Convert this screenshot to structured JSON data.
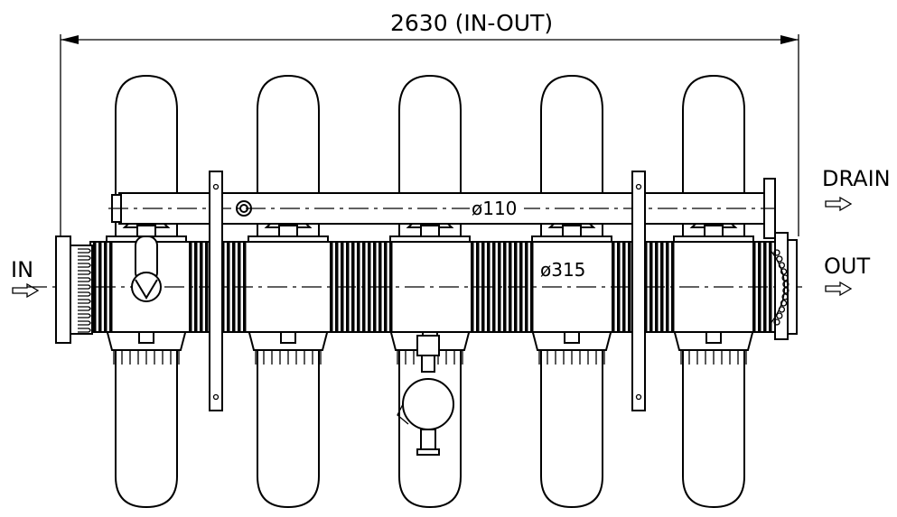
{
  "dimensions": {
    "overall_length": "2630 (IN-OUT)"
  },
  "labels": {
    "inlet": "IN",
    "outlet": "OUT",
    "drain": "DRAIN",
    "manifold_diameter": "ø110",
    "main_pipe_diameter": "ø315"
  },
  "units": {
    "filter_count": 5
  },
  "colors": {
    "line": "#000000",
    "background": "#ffffff"
  }
}
